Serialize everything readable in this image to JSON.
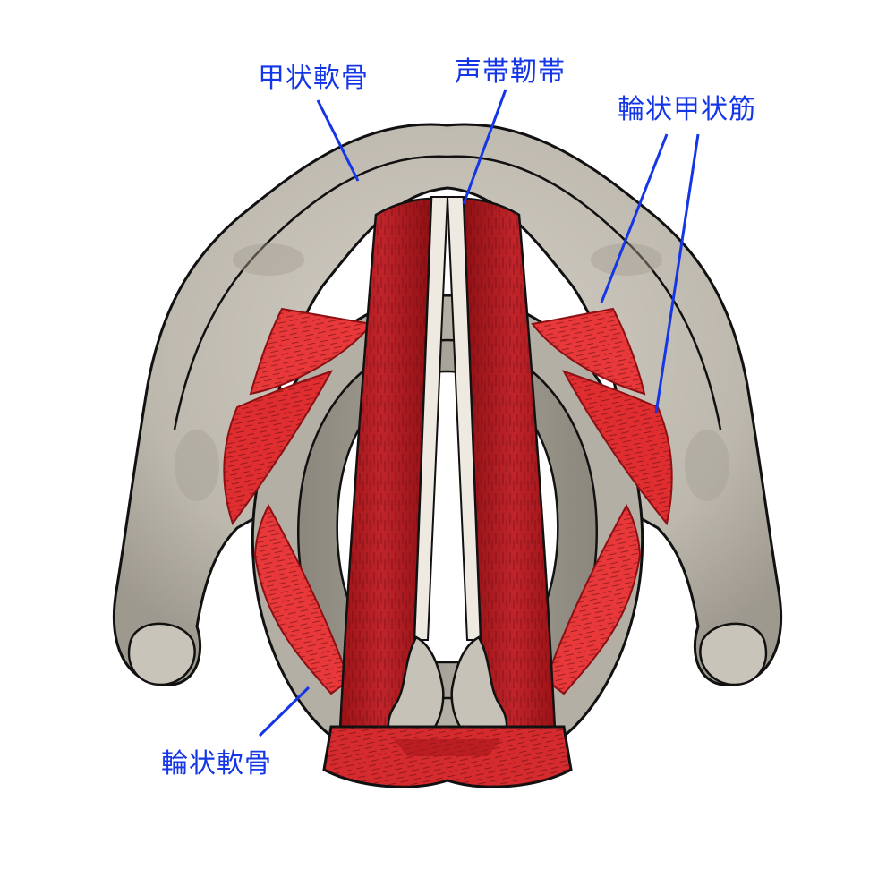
{
  "labels": {
    "thyroid_cartilage": "甲状軟骨",
    "vocal_ligament": "声帯靭帯",
    "cricothyroid_muscle": "輪状甲状筋",
    "cricoid_cartilage": "輪状軟骨"
  },
  "colors": {
    "label_text": "#1436e6",
    "leader_line": "#1436e6",
    "cartilage": "#c4bfb4",
    "cartilage_shadow": "#8d887e",
    "muscle_bright": "#e8383a",
    "muscle_dark": "#a8151b",
    "outline": "#111111"
  }
}
